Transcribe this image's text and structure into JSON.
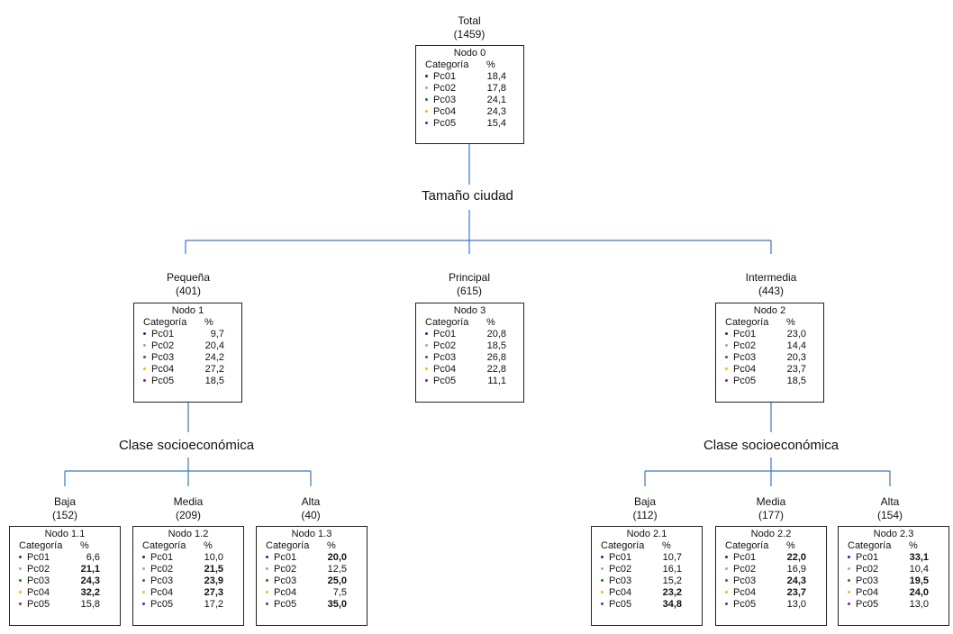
{
  "colors": {
    "line": "#3a78c2",
    "Pc01": "#1f2a8a",
    "Pc02": "#a6a6a6",
    "Pc03": "#1e7b3c",
    "Pc04": "#f2c000",
    "Pc05": "#6b2b8f"
  },
  "header_category": "Categoría",
  "header_pct": "%",
  "split_vars": {
    "root": "Tamaño ciudad",
    "n1": "Clase socioeconómica",
    "n2": "Clase socioeconómica"
  },
  "nodes": {
    "n0": {
      "label": "Total",
      "count": "(1459)",
      "title": "Nodo 0",
      "rows": [
        {
          "cat": "Pc01",
          "pct": "18,4"
        },
        {
          "cat": "Pc02",
          "pct": "17,8"
        },
        {
          "cat": "Pc03",
          "pct": "24,1"
        },
        {
          "cat": "Pc04",
          "pct": "24,3"
        },
        {
          "cat": "Pc05",
          "pct": "15,4"
        }
      ]
    },
    "n1": {
      "label": "Pequeña",
      "count": "(401)",
      "title": "Nodo 1",
      "rows": [
        {
          "cat": "Pc01",
          "pct": "9,7"
        },
        {
          "cat": "Pc02",
          "pct": "20,4"
        },
        {
          "cat": "Pc03",
          "pct": "24,2"
        },
        {
          "cat": "Pc04",
          "pct": "27,2"
        },
        {
          "cat": "Pc05",
          "pct": "18,5"
        }
      ]
    },
    "n3": {
      "label": "Principal",
      "count": "(615)",
      "title": "Nodo 3",
      "rows": [
        {
          "cat": "Pc01",
          "pct": "20,8"
        },
        {
          "cat": "Pc02",
          "pct": "18,5"
        },
        {
          "cat": "Pc03",
          "pct": "26,8"
        },
        {
          "cat": "Pc04",
          "pct": "22,8"
        },
        {
          "cat": "Pc05",
          "pct": "11,1"
        }
      ]
    },
    "n2": {
      "label": "Intermedia",
      "count": "(443)",
      "title": "Nodo 2",
      "rows": [
        {
          "cat": "Pc01",
          "pct": "23,0"
        },
        {
          "cat": "Pc02",
          "pct": "14,4"
        },
        {
          "cat": "Pc03",
          "pct": "20,3"
        },
        {
          "cat": "Pc04",
          "pct": "23,7"
        },
        {
          "cat": "Pc05",
          "pct": "18,5"
        }
      ]
    },
    "n11": {
      "label": "Baja",
      "count": "(152)",
      "title": "Nodo 1.1",
      "rows": [
        {
          "cat": "Pc01",
          "pct": "6,6"
        },
        {
          "cat": "Pc02",
          "pct": "21,1",
          "bold": true
        },
        {
          "cat": "Pc03",
          "pct": "24,3",
          "bold": true
        },
        {
          "cat": "Pc04",
          "pct": "32,2",
          "bold": true
        },
        {
          "cat": "Pc05",
          "pct": "15,8"
        }
      ]
    },
    "n12": {
      "label": "Media",
      "count": "(209)",
      "title": "Nodo 1.2",
      "rows": [
        {
          "cat": "Pc01",
          "pct": "10,0"
        },
        {
          "cat": "Pc02",
          "pct": "21,5",
          "bold": true
        },
        {
          "cat": "Pc03",
          "pct": "23,9",
          "bold": true
        },
        {
          "cat": "Pc04",
          "pct": "27,3",
          "bold": true
        },
        {
          "cat": "Pc05",
          "pct": "17,2"
        }
      ]
    },
    "n13": {
      "label": "Alta",
      "count": "(40)",
      "title": "Nodo 1.3",
      "rows": [
        {
          "cat": "Pc01",
          "pct": "20,0",
          "bold": true
        },
        {
          "cat": "Pc02",
          "pct": "12,5"
        },
        {
          "cat": "Pc03",
          "pct": "25,0",
          "bold": true
        },
        {
          "cat": "Pc04",
          "pct": "7,5"
        },
        {
          "cat": "Pc05",
          "pct": "35,0",
          "bold": true
        }
      ]
    },
    "n21": {
      "label": "Baja",
      "count": "(112)",
      "title": "Nodo 2.1",
      "rows": [
        {
          "cat": "Pc01",
          "pct": "10,7"
        },
        {
          "cat": "Pc02",
          "pct": "16,1"
        },
        {
          "cat": "Pc03",
          "pct": "15,2"
        },
        {
          "cat": "Pc04",
          "pct": "23,2",
          "bold": true
        },
        {
          "cat": "Pc05",
          "pct": "34,8",
          "bold": true
        }
      ]
    },
    "n22": {
      "label": "Media",
      "count": "(177)",
      "title": "Nodo 2.2",
      "rows": [
        {
          "cat": "Pc01",
          "pct": "22,0",
          "bold": true
        },
        {
          "cat": "Pc02",
          "pct": "16,9"
        },
        {
          "cat": "Pc03",
          "pct": "24,3",
          "bold": true
        },
        {
          "cat": "Pc04",
          "pct": "23,7",
          "bold": true
        },
        {
          "cat": "Pc05",
          "pct": "13,0"
        }
      ]
    },
    "n23": {
      "label": "Alta",
      "count": "(154)",
      "title": "Nodo 2.3",
      "rows": [
        {
          "cat": "Pc01",
          "pct": "33,1",
          "bold": true
        },
        {
          "cat": "Pc02",
          "pct": "10,4"
        },
        {
          "cat": "Pc03",
          "pct": "19,5",
          "bold": true
        },
        {
          "cat": "Pc04",
          "pct": "24,0",
          "bold": true
        },
        {
          "cat": "Pc05",
          "pct": "13,0"
        }
      ]
    }
  }
}
